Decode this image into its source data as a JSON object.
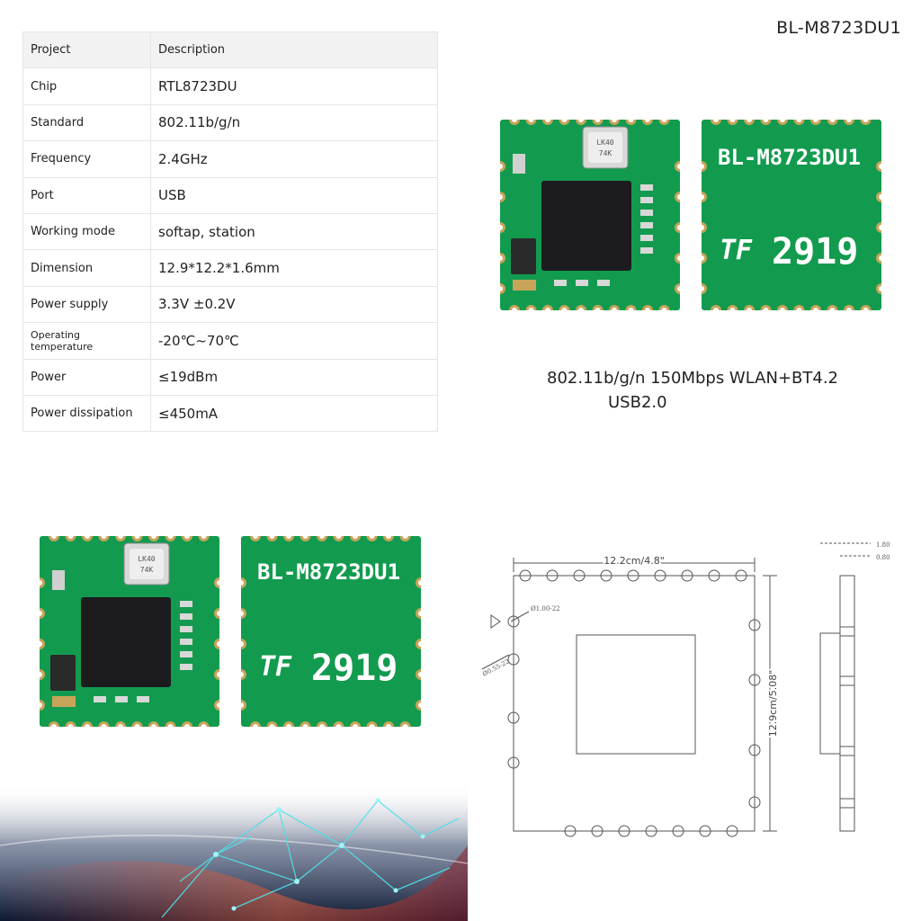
{
  "header": {
    "model": "BL-M8723DU1"
  },
  "spec_table": {
    "col_project": "Project",
    "col_description": "Description",
    "rows": [
      {
        "label": "Chip",
        "value": "RTL8723DU"
      },
      {
        "label": "Standard",
        "value": "802.11b/g/n"
      },
      {
        "label": "Frequency",
        "value": "2.4GHz"
      },
      {
        "label": "Port",
        "value": "USB"
      },
      {
        "label": "Working mode",
        "value": "softap, station"
      },
      {
        "label": "Dimension",
        "value": "12.9*12.2*1.6mm"
      },
      {
        "label": "Power supply",
        "value": "3.3V ±0.2V"
      },
      {
        "label": "Operating temperature",
        "value": "-20℃~70℃"
      },
      {
        "label": "Power",
        "value": "≤19dBm"
      },
      {
        "label": "Power dissipation",
        "value": "≤450mA"
      }
    ]
  },
  "caption": {
    "line1": "802.11b/g/n 150Mbps WLAN+BT4.2",
    "line2": "USB2.0"
  },
  "module_back": {
    "marking": "BL-M8723DU1",
    "logo": "TF",
    "code": "2919"
  },
  "crystal_marking": {
    "line1": "LK40",
    "line2": "74K"
  },
  "drawing": {
    "width_label": "12.2cm/4.8\"",
    "height_label": "12.9cm/5.08\"",
    "pad_label_1": "Ø1.00-22",
    "pad_label_2": "Ø0.55-22",
    "thick_1": "1.80",
    "thick_2": "0.80"
  },
  "colors": {
    "pcb_green": "#129b4f",
    "pad_gold": "#c7a45a",
    "chip_black": "#1c1c1e"
  }
}
